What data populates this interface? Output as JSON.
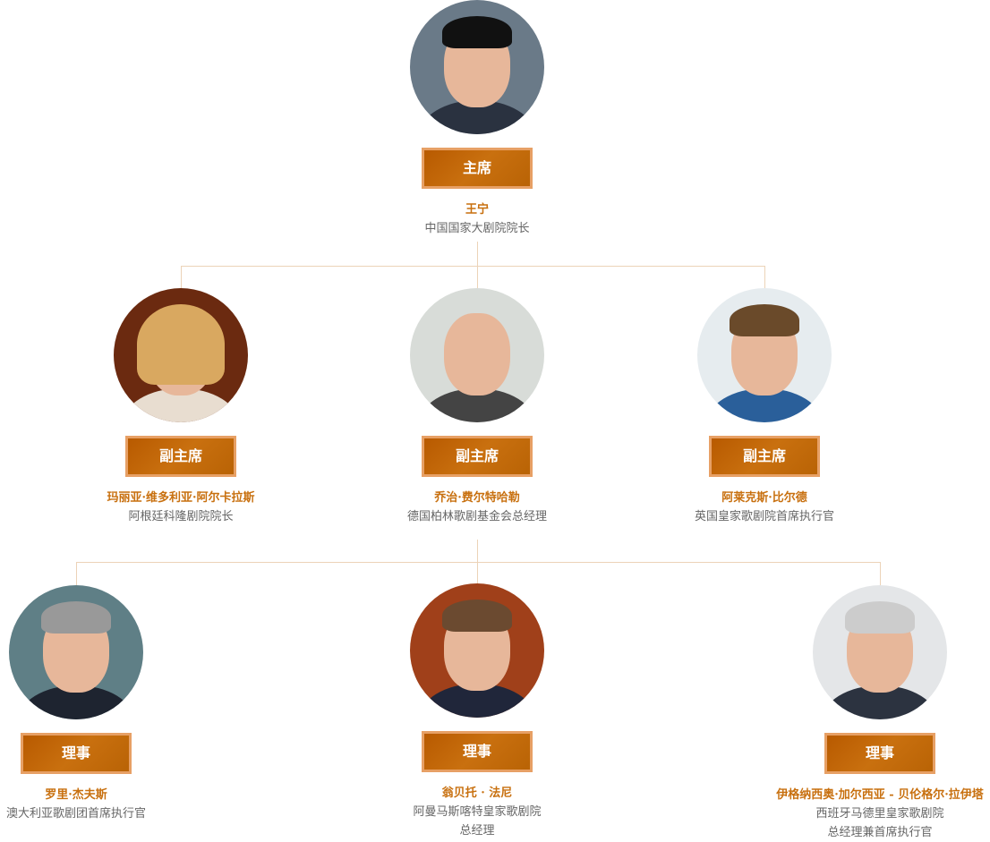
{
  "chairman": {
    "role": "主席",
    "name": "王宁",
    "title": [
      "中国国家大剧院院长"
    ]
  },
  "vice_chairs": [
    {
      "role": "副主席",
      "name": "玛丽亚·维多利亚·阿尔卡拉斯",
      "title": [
        "阿根廷科隆剧院院长"
      ]
    },
    {
      "role": "副主席",
      "name": "乔治·费尔特哈勒",
      "title": [
        "德国柏林歌剧基金会总经理"
      ]
    },
    {
      "role": "副主席",
      "name": "阿莱克斯·比尔德",
      "title": [
        "英国皇家歌剧院首席执行官"
      ]
    }
  ],
  "directors": [
    {
      "role": "理事",
      "name": "罗里·杰夫斯",
      "title": [
        "澳大利亚歌剧团首席执行官"
      ]
    },
    {
      "role": "理事",
      "name": "翁贝托 · 法尼",
      "title": [
        "阿曼马斯喀特皇家歌剧院",
        "总经理"
      ]
    },
    {
      "role": "理事",
      "name": "伊格纳西奥·加尔西亚 - 贝伦格尔·拉伊塔",
      "title": [
        "西班牙马德里皇家歌剧院",
        "总经理兼首席执行官"
      ]
    }
  ]
}
